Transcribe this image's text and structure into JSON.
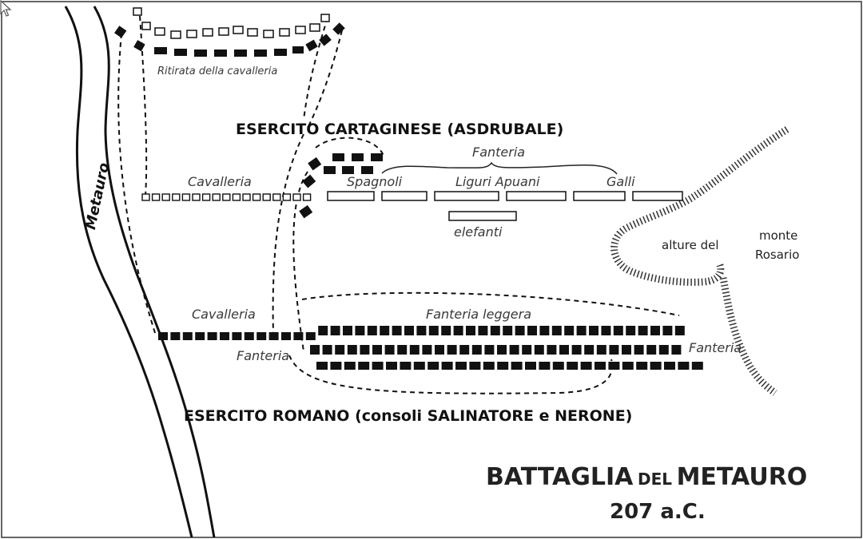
{
  "diagram": {
    "river_label": "Metauro",
    "carthage_army": "ESERCITO CARTAGINESE (ASDRUBALE)",
    "roman_army": "ESERCITO ROMANO (consoli SALINATORE e NERONE)",
    "labels": {
      "retreat": "Ritirata della cavalleria",
      "fanteria_top": "Fanteria",
      "cavalleria_top": "Cavalleria",
      "spagnoli": "Spagnoli",
      "liguri": "Liguri Apuani",
      "galli": "Galli",
      "elefanti": "elefanti",
      "alture": "alture del",
      "monte": "monte",
      "rosario": "Rosario",
      "cavalleria_bottom": "Cavalleria",
      "fanteria_leggera": "Fanteria leggera",
      "fanteria_left": "Fanteria",
      "fanteria_right": "Fanteria"
    },
    "title_parts": [
      "BATTAGLIA",
      "DEL",
      "METAURO"
    ],
    "date": "207 a.C."
  },
  "colors": {
    "ink": "#111111",
    "text": "#3a3a3a",
    "paper": "#ffffff"
  }
}
